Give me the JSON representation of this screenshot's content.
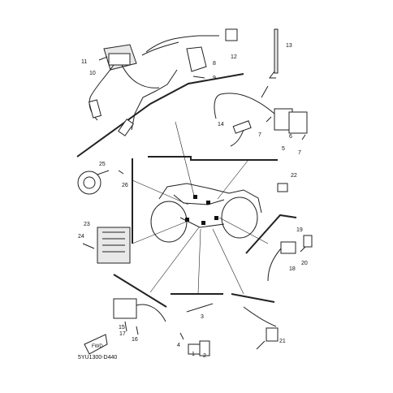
{
  "diagram": {
    "code": "5YU1300-D440",
    "fwd_label": "FWD",
    "callouts": [
      "1",
      "2",
      "3",
      "4",
      "5",
      "6",
      "7",
      "7",
      "8",
      "9",
      "10",
      "11",
      "12",
      "13",
      "14",
      "15",
      "16",
      "17",
      "18",
      "19",
      "20",
      "21",
      "22",
      "23",
      "24",
      "25",
      "26"
    ]
  }
}
